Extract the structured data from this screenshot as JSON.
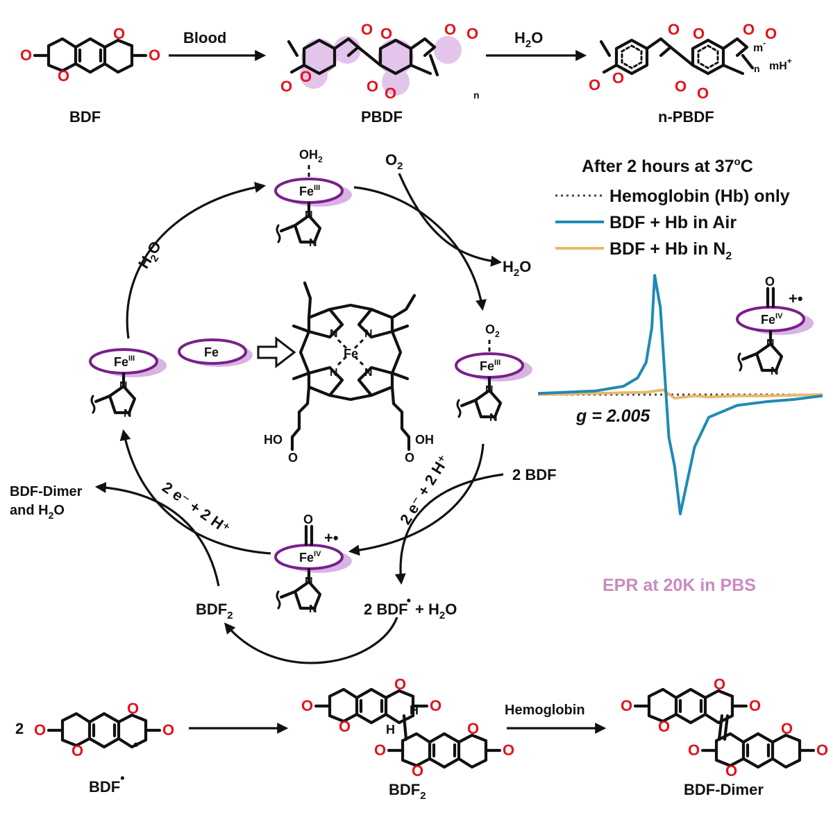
{
  "scheme": {
    "labels": {
      "bdf": "BDF",
      "pbdf": "PBDF",
      "npbdf": "n-PBDF",
      "blood": "Blood",
      "water_top": "H",
      "water_sub": "2",
      "water_o": "O",
      "m_minus": "m",
      "minus": "-",
      "mh": "mH",
      "plus": "+",
      "n": "n",
      "o2": "O",
      "o2_sub": "2",
      "h2o_out": "H",
      "h2o_out_sub": "2",
      "h2o_out_o": "O",
      "two_bdf": "2 BDF",
      "electrons_right": "2 e⁻ + 2 H⁺",
      "electrons_left": "2 e⁻ + 2 H⁺",
      "bdf_dimer_h2o_1": "BDF-Dimer",
      "bdf_dimer_h2o_2": "and H",
      "bdf_dimer_h2o_sub": "2",
      "bdf_dimer_h2o_o": "O",
      "bdf2_cycle": "BDF",
      "bdf2_cycle_sub": "2",
      "two_bdf_rad": "2 BDF",
      "plus_h2o": " + H",
      "plus_h2o_sub": "2",
      "plus_h2o_o": "O",
      "fe_box": "Fe",
      "fe": "Fe",
      "fe3": "III",
      "fe4": "IV",
      "oh2": "OH",
      "oh2_sub": "2",
      "ho": "HO",
      "oh": "OH",
      "n_atom": "N",
      "two": "2",
      "bdf_radical": "BDF",
      "bdf2": "BDF",
      "bdf2_sub": "2",
      "hemoglobin": "Hemoglobin",
      "bdf_dimer": "BDF-Dimer",
      "h_atom": "H"
    }
  },
  "chart_data": {
    "type": "line",
    "title": "After 2 hours at 37",
    "title_sup": "o",
    "title_unit": "C",
    "annotation": "g = 2.005",
    "footer": "EPR at 20K in PBS",
    "inset_label": "Fe",
    "inset_sup": "IV",
    "inset_charge": "+•",
    "series": [
      {
        "name": "Hemoglobin (Hb) only",
        "color": "#444444",
        "style": "dotted",
        "x": [
          0,
          10,
          20,
          30,
          40,
          50,
          60,
          70,
          80,
          90,
          100
        ],
        "y": [
          0,
          0,
          0,
          0,
          0,
          0,
          0,
          0,
          0,
          0,
          0
        ]
      },
      {
        "name": "BDF + Hb in Air",
        "color": "#1f8ab5",
        "style": "solid",
        "x": [
          0,
          20,
          30,
          35,
          38,
          40,
          41,
          43,
          45,
          46,
          48,
          50,
          55,
          60,
          70,
          80,
          90,
          100
        ],
        "y": [
          1,
          3,
          7,
          14,
          27,
          56,
          100,
          73,
          0,
          -36,
          -60,
          -100,
          -44,
          -19,
          -9,
          -6,
          -4,
          -1
        ]
      },
      {
        "name": "BDF + Hb in N",
        "name_sub": "2",
        "color": "#e8b86a",
        "style": "solid",
        "x": [
          0,
          20,
          38,
          44,
          48,
          55,
          60,
          70,
          80,
          100
        ],
        "y": [
          0,
          1,
          2,
          4,
          -3,
          -1,
          -2,
          -1,
          -1,
          0
        ]
      }
    ],
    "xlabel": "",
    "ylabel": "",
    "ylim": [
      -100,
      100
    ],
    "grid": false,
    "legend": "top-right"
  }
}
